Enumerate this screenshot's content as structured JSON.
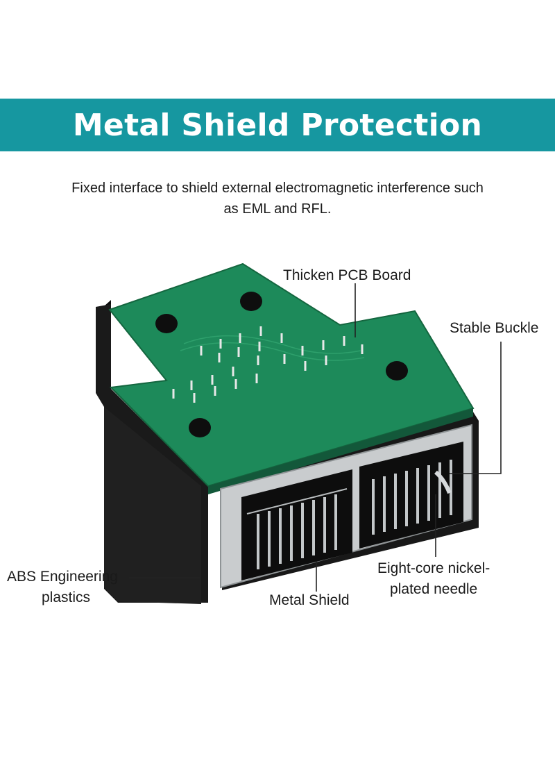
{
  "header": {
    "title": "Metal Shield Protection"
  },
  "subtitle": {
    "line1": "Fixed interface to shield external electromagnetic interference such",
    "line2": "as EML and RFL."
  },
  "callouts": {
    "pcb": "Thicken PCB Board",
    "buckle": "Stable Buckle",
    "abs_line1": "ABS Engineering",
    "abs_line2": "plastics",
    "metal": "Metal Shield",
    "needle_line1": "Eight-core nickel-",
    "needle_line2": "plated needle"
  },
  "colors": {
    "banner": "#1697a0",
    "pcb": "#1d8a5a",
    "body": "#1b1b1b",
    "metal": "#c9ccce"
  }
}
